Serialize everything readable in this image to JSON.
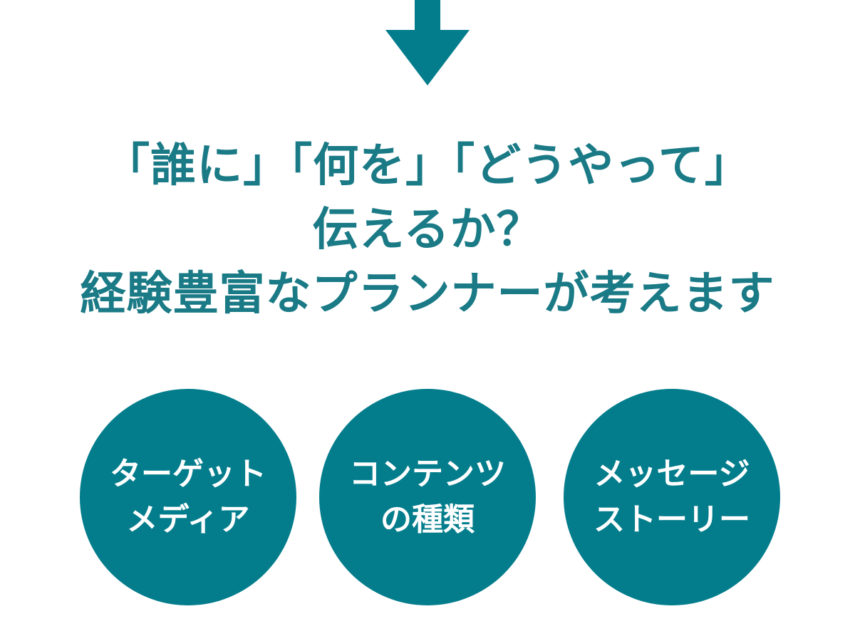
{
  "colors": {
    "accent": "#037d8c",
    "headline": "#1a7a86",
    "background": "#ffffff"
  },
  "arrow": {
    "icon": "down-arrow-icon"
  },
  "headline": {
    "line1": "「誰に」「何を」「どうやって」",
    "line2": "伝えるか？",
    "line3": "経験豊富なプランナーが考えます"
  },
  "circles": [
    {
      "line1": "ターゲット",
      "line2": "メディア"
    },
    {
      "line1": "コンテンツ",
      "line2": "の種類"
    },
    {
      "line1": "メッセージ",
      "line2": "ストーリー"
    }
  ]
}
